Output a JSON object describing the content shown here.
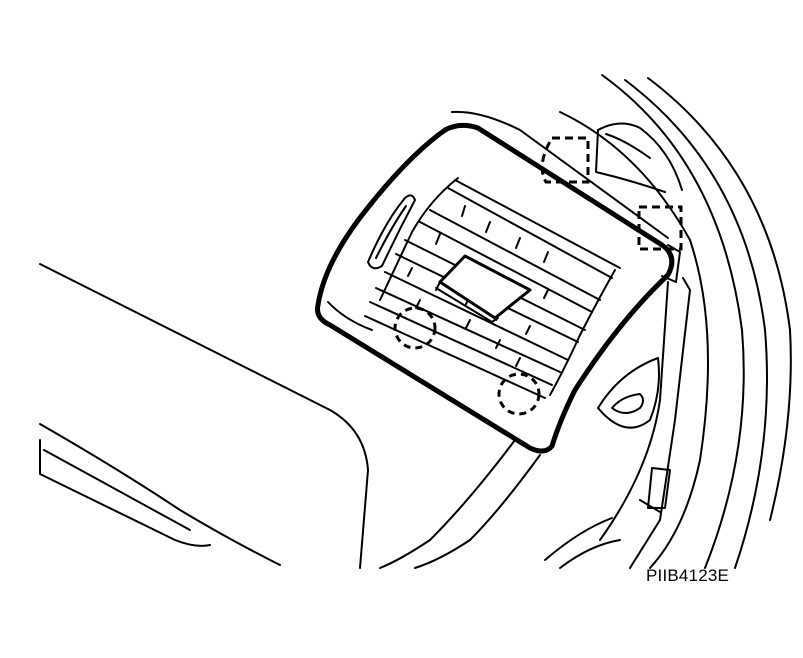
{
  "figure": {
    "code": "PIIB4123E"
  },
  "colors": {
    "line": "#000000",
    "background": "#ffffff"
  },
  "callouts": {
    "dashed_rectangles": 2,
    "dashed_circles": 2
  }
}
